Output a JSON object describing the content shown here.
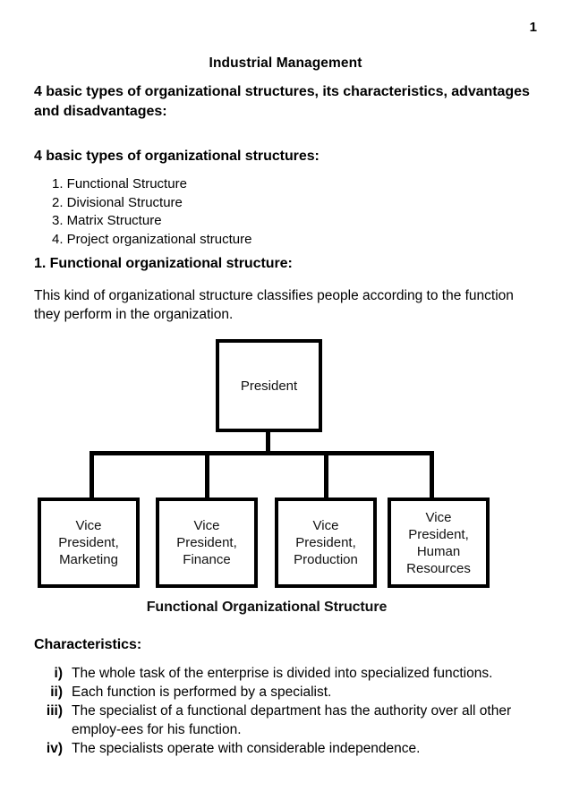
{
  "page": {
    "number": "1",
    "title": "Industrial Management"
  },
  "sections": {
    "intro_heading": "4 basic types of organizational structures, its characteristics, advantages and disadvantages:",
    "types_heading": "4 basic types of organizational structures:",
    "types_list": [
      "1. Functional Structure",
      "2. Divisional Structure",
      "3. Matrix Structure",
      "4. Project organizational structure"
    ],
    "functional_heading": "1. Functional organizational structure:",
    "functional_paragraph": "This kind of organizational structure classifies people according to the function they perform in the organization.",
    "characteristics_heading": "Characteristics:",
    "characteristics": [
      {
        "marker": "i)",
        "text": "The whole task of the enterprise is divided into specialized functions."
      },
      {
        "marker": "ii)",
        "text": "Each function is performed by a specialist."
      },
      {
        "marker": "iii)",
        "text": "The specialist of a functional department has the authority over all other employ-ees for his function."
      },
      {
        "marker": "iv)",
        "text": "The specialists operate with considerable independence."
      }
    ]
  },
  "chart_data": {
    "type": "diagram",
    "title": "Functional Organizational Structure",
    "root": "President",
    "children": [
      "Vice\nPresident,\nMarketing",
      "Vice\nPresident,\nFinance",
      "Vice\nPresident,\nProduction",
      "Vice\nPresident,\nHuman\nResources"
    ],
    "colors": {
      "box_border": "#000000",
      "box_fill": "#ffffff",
      "connector": "#000000",
      "text": "#111111"
    }
  }
}
